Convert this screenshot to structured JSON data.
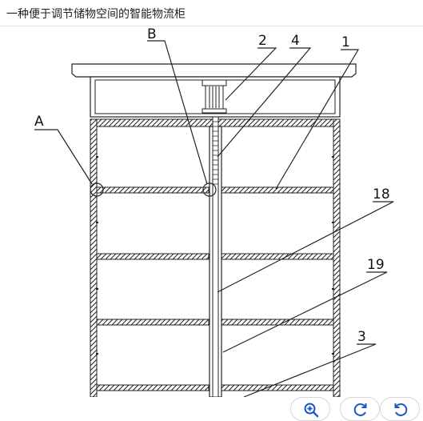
{
  "page": {
    "title": "一种便于调节储物空间的智能物流柜"
  },
  "figure": {
    "labels": {
      "A": "A",
      "B": "B",
      "n1": "1",
      "n2": "2",
      "n3": "3",
      "n4": "4",
      "n18": "18",
      "n19": "19"
    }
  },
  "toolbar": {
    "buttons": [
      {
        "icon": "zoom-in-icon"
      },
      {
        "icon": "rotate-clockwise-icon"
      },
      {
        "icon": "rotate-counterclockwise-icon"
      }
    ],
    "icon_color": "#1a56c6"
  }
}
